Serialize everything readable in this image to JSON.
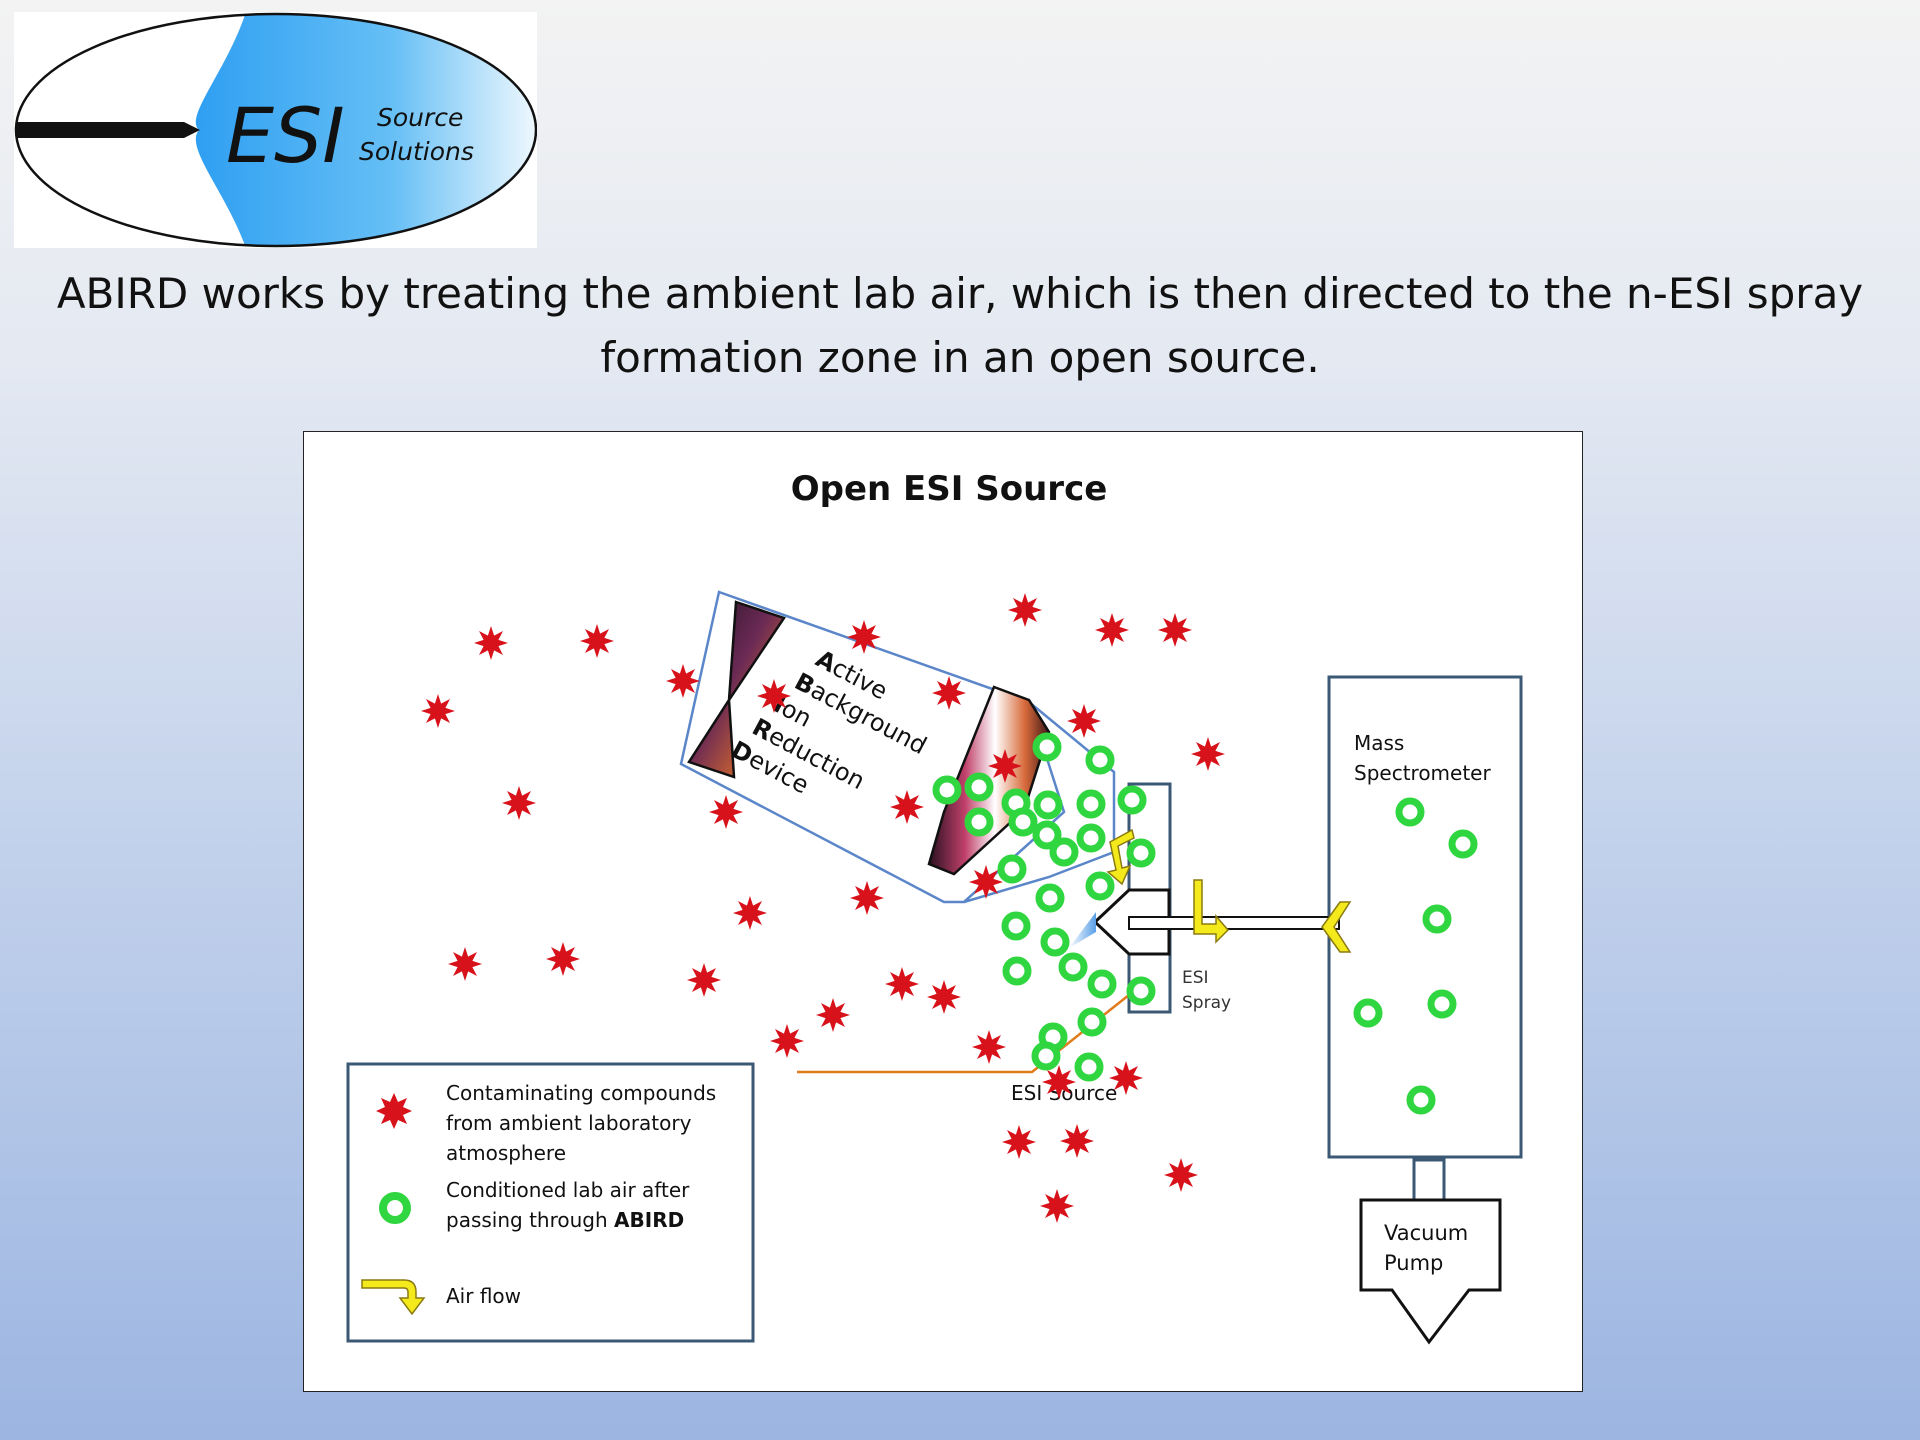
{
  "logo": {
    "wordmark": "ESI",
    "line1": "Source",
    "line2": "Solutions",
    "colors": {
      "blue": "#2f9ff2",
      "light": "#ffffff",
      "outline": "#111111"
    }
  },
  "headline": {
    "line1": "ABIRD works by treating the ambient lab air, which is then directed to the n-ESI spray",
    "line2": "formation zone in an open source."
  },
  "diagram": {
    "title": "Open ESI Source",
    "abird_label": {
      "line1_initial": "A",
      "line1_rest": "ctive",
      "line2_initial": "B",
      "line2_rest": "ackground",
      "line3_initial": "I",
      "line3_rest": "on",
      "line4_initial": "R",
      "line4_rest": "eduction",
      "line5_initial": "D",
      "line5_rest": "evice"
    },
    "mass_spec_label": {
      "line1": "Mass",
      "line2": "Spectrometer"
    },
    "esi_spray_label": {
      "line1": "ESI",
      "line2": "Spray"
    },
    "esi_source_label": "ESI Source",
    "vacuum_label": {
      "line1": "Vacuum",
      "line2": "Pump"
    },
    "legend": {
      "contaminant_line1": "Contaminating compounds",
      "contaminant_line2": "from ambient laboratory",
      "contaminant_line3": "atmosphere",
      "conditioned_line1": "Conditioned lab air after",
      "conditioned_line2_pre": "passing through ",
      "conditioned_line2_bold": "ABIRD",
      "airflow": "Air flow"
    },
    "icons": {
      "contaminant": "red-starburst-icon",
      "conditioned": "green-ring-icon",
      "airflow": "yellow-bent-arrow-icon"
    },
    "colors": {
      "contaminant": "#d8121b",
      "conditioned": "#2fd63f",
      "airflow": "#f4ea1b",
      "box_outline": "#3b5875",
      "esi_source_line": "#e07b1b"
    }
  }
}
